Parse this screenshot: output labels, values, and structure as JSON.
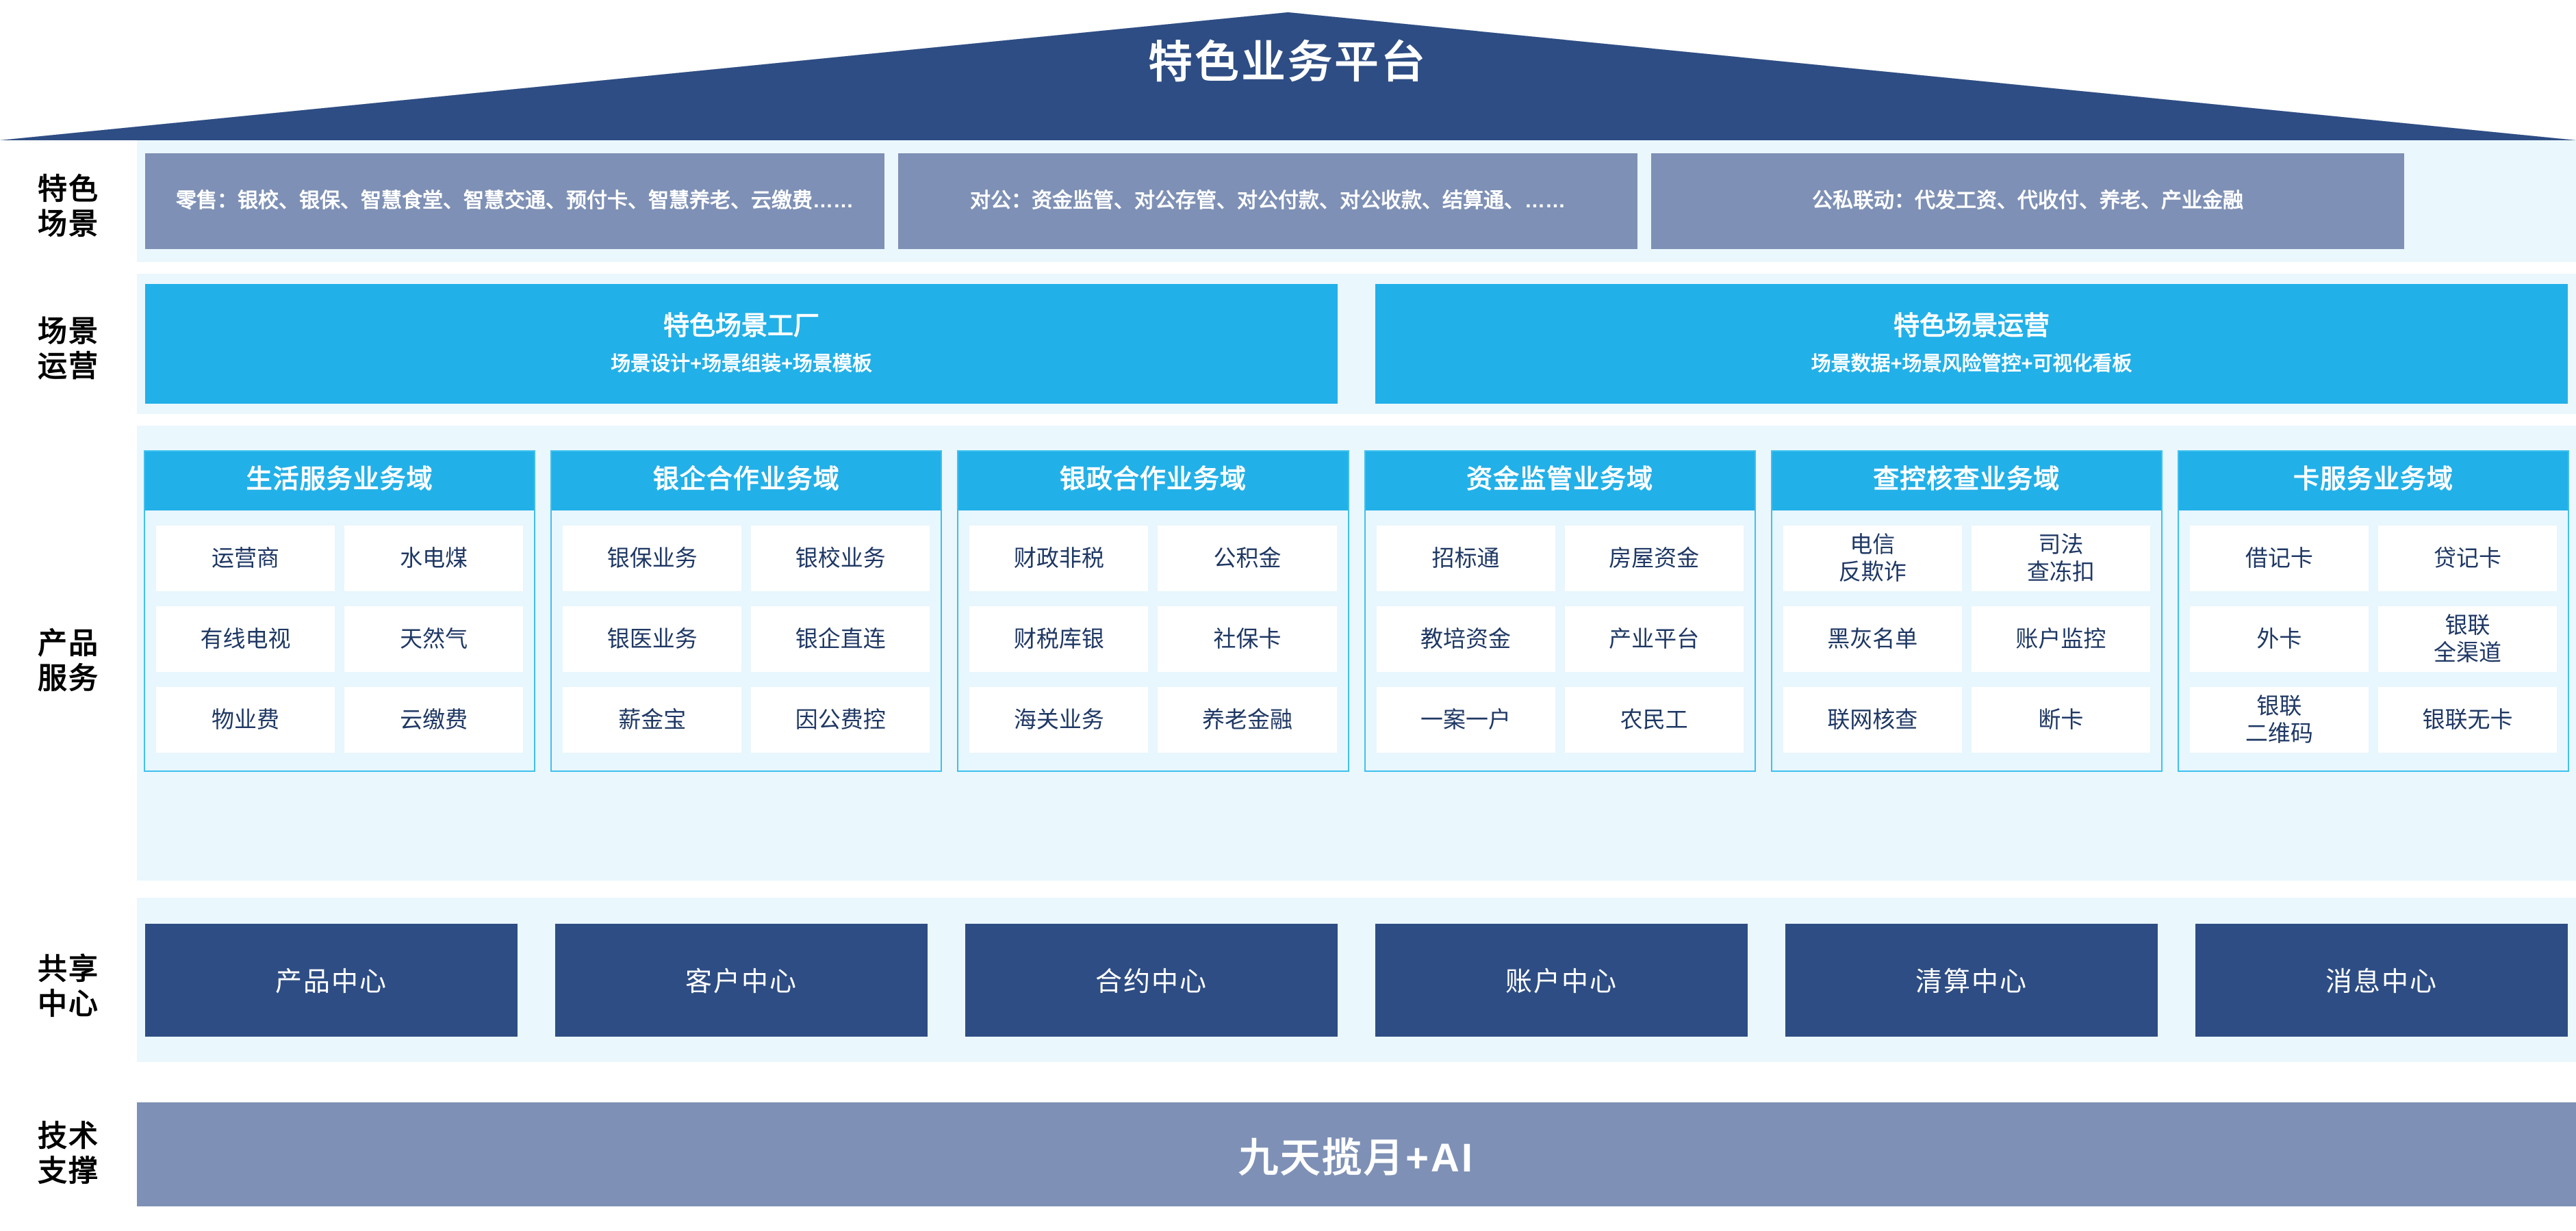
{
  "header": {
    "title": "特色业务平台",
    "shape": "roof-pennant"
  },
  "colors": {
    "roof_navy": "#2e4d84",
    "scenario_slate": "#7e90b5",
    "ops_cyan": "#22b0e8",
    "panel_pale_blue": "#eaf7fd",
    "domain_border": "#3ec1ef",
    "shared_navy": "#2e4d84",
    "tech_slate": "#7e90b5",
    "cell_text_navy": "#1f3864",
    "white": "#ffffff"
  },
  "rows": {
    "scenarios": {
      "label": "特色\n场景",
      "boxes": [
        {
          "text": "零售：银校、银保、智慧食堂、智慧交通、预付卡、智慧养老、云缴费……"
        },
        {
          "text": "对公：资金监管、对公存管、对公付款、对公收款、结算通、……"
        },
        {
          "text": "公私联动：代发工资、代收付、养老、产业金融"
        }
      ]
    },
    "operations": {
      "label": "场景\n运营",
      "boxes": [
        {
          "title": "特色场景工厂",
          "subtitle": "场景设计+场景组装+场景模板"
        },
        {
          "title": "特色场景运营",
          "subtitle": "场景数据+场景风险管控+可视化看板"
        }
      ]
    },
    "products": {
      "label": "产品\n服务",
      "domains": [
        {
          "title": "生活服务业务域",
          "items": [
            "运营商",
            "水电煤",
            "有线电视",
            "天然气",
            "物业费",
            "云缴费"
          ]
        },
        {
          "title": "银企合作业务域",
          "items": [
            "银保业务",
            "银校业务",
            "银医业务",
            "银企直连",
            "薪金宝",
            "因公费控"
          ]
        },
        {
          "title": "银政合作业务域",
          "items": [
            "财政非税",
            "公积金",
            "财税库银",
            "社保卡",
            "海关业务",
            "养老金融"
          ]
        },
        {
          "title": "资金监管业务域",
          "items": [
            "招标通",
            "房屋资金",
            "教培资金",
            "产业平台",
            "一案一户",
            "农民工"
          ]
        },
        {
          "title": "查控核查业务域",
          "items": [
            "电信\n反欺诈",
            "司法\n查冻扣",
            "黑灰名单",
            "账户监控",
            "联网核查",
            "断卡"
          ]
        },
        {
          "title": "卡服务业务域",
          "items": [
            "借记卡",
            "贷记卡",
            "外卡",
            "银联\n全渠道",
            "银联\n二维码",
            "银联无卡"
          ]
        }
      ]
    },
    "shared": {
      "label": "共享\n中心",
      "boxes": [
        "产品中心",
        "客户中心",
        "合约中心",
        "账户中心",
        "清算中心",
        "消息中心"
      ]
    },
    "tech": {
      "label": "技术\n支撑",
      "bar": "九天揽月+AI"
    }
  }
}
